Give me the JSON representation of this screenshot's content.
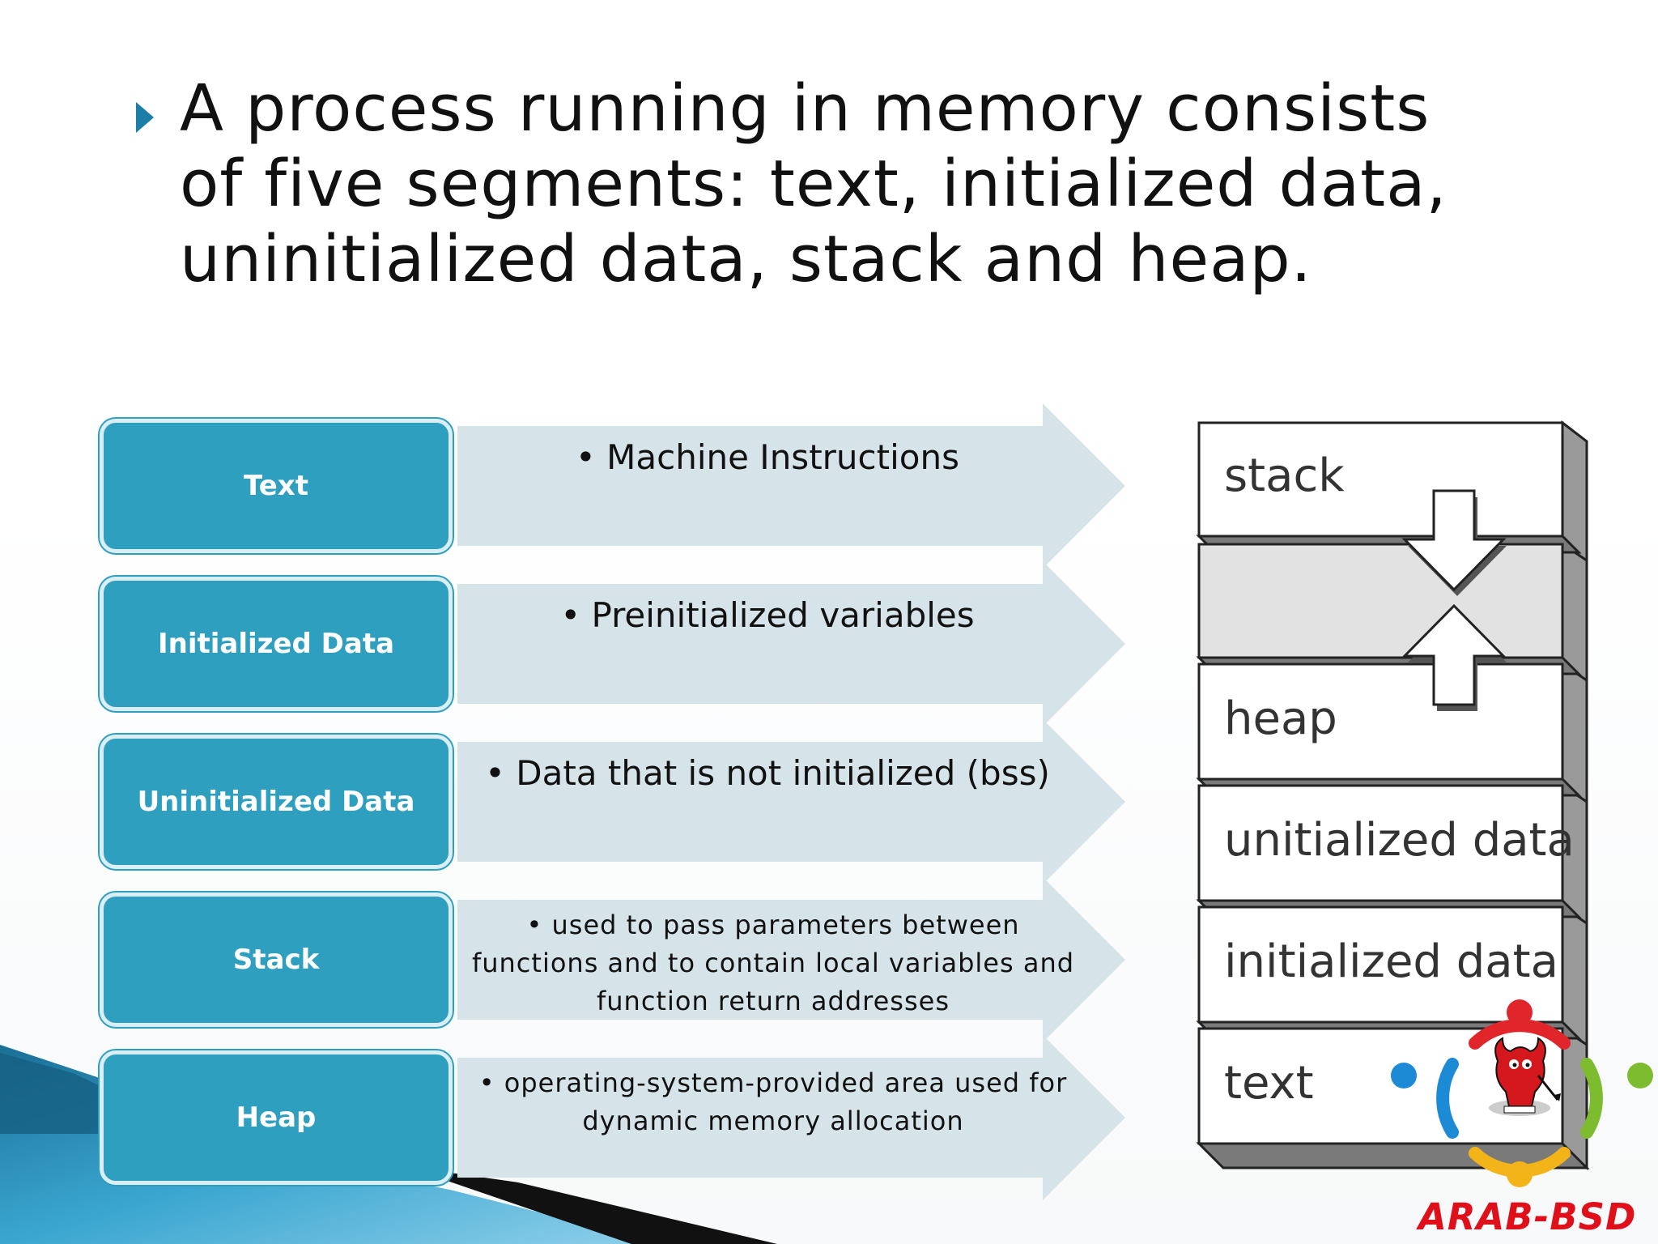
{
  "slide": {
    "title": "A process running in memory consists of five segments: text, initialized data, uninitialized data, stack and heap."
  },
  "segments": [
    {
      "label": "Text",
      "description": "• Machine Instructions"
    },
    {
      "label": "Initialized Data",
      "description": "• Preinitialized variables"
    },
    {
      "label": "Uninitialized Data",
      "description": "• Data that is not initialized (bss)"
    },
    {
      "label": "Stack",
      "description": "• used to pass parameters between functions and to contain local variables and function return addresses"
    },
    {
      "label": "Heap",
      "description": "• operating-system-provided area used for dynamic memory allocation"
    }
  ],
  "memory_layout": {
    "blocks": [
      "stack",
      "",
      "heap",
      "unitialized data",
      "initialized data",
      "text"
    ]
  },
  "logo": {
    "text": "ARAB-BSD"
  },
  "colors": {
    "box": "#2f9fc0",
    "arrow": "#d6e4ea",
    "bullet": "#1c7ea7",
    "logo_text": "#e0101a"
  }
}
